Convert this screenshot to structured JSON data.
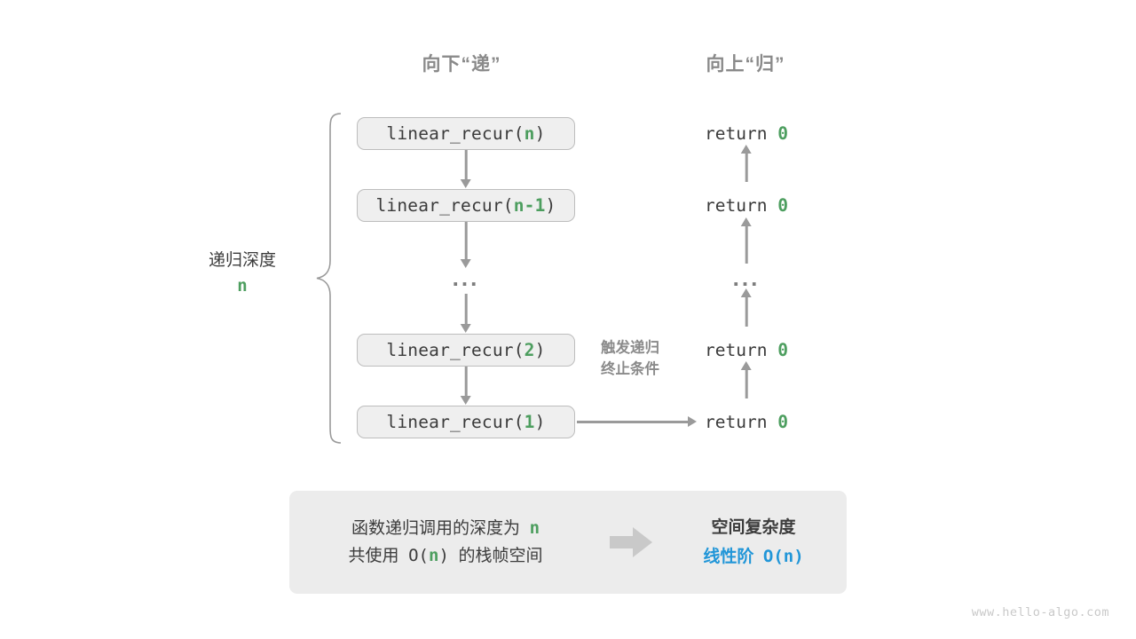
{
  "headers": {
    "down": "向下“递”",
    "up": "向上“归”"
  },
  "depth": {
    "title": "递归深度",
    "variable": "n"
  },
  "call_stack": [
    {
      "prefix": "linear_recur(",
      "arg": "n",
      "suffix": ")"
    },
    {
      "prefix": "linear_recur(",
      "arg": "n-1",
      "suffix": ")"
    },
    {
      "ellipsis": "..."
    },
    {
      "prefix": "linear_recur(",
      "arg": "2",
      "suffix": ")"
    },
    {
      "prefix": "linear_recur(",
      "arg": "1",
      "suffix": ")"
    }
  ],
  "returns": [
    {
      "keyword": "return",
      "value": "0"
    },
    {
      "keyword": "return",
      "value": "0"
    },
    {
      "ellipsis": "..."
    },
    {
      "keyword": "return",
      "value": "0"
    },
    {
      "keyword": "return",
      "value": "0"
    }
  ],
  "trigger_note": {
    "line1": "触发递归",
    "line2": "终止条件"
  },
  "summary": {
    "left_line1_text": "函数递归调用的深度为",
    "left_line1_var": "n",
    "left_line2_a": "共使用",
    "left_line2_b": "O(",
    "left_line2_var": "n",
    "left_line2_c": ")",
    "left_line2_d": "的栈帧空间",
    "arrow_icon": "right-arrow-icon",
    "right_title": "空间复杂度",
    "right_value_label": "线性阶",
    "right_value_notation": "O(n)"
  },
  "watermark": "www.hello-algo.com",
  "colors": {
    "green": "#4d9e5f",
    "blue": "#2196d8",
    "gray_text": "#8a8a8a",
    "box_bg": "#efefef",
    "box_border": "#bdbdbd",
    "panel_bg": "#ececec",
    "connector": "#9a9a9a"
  }
}
